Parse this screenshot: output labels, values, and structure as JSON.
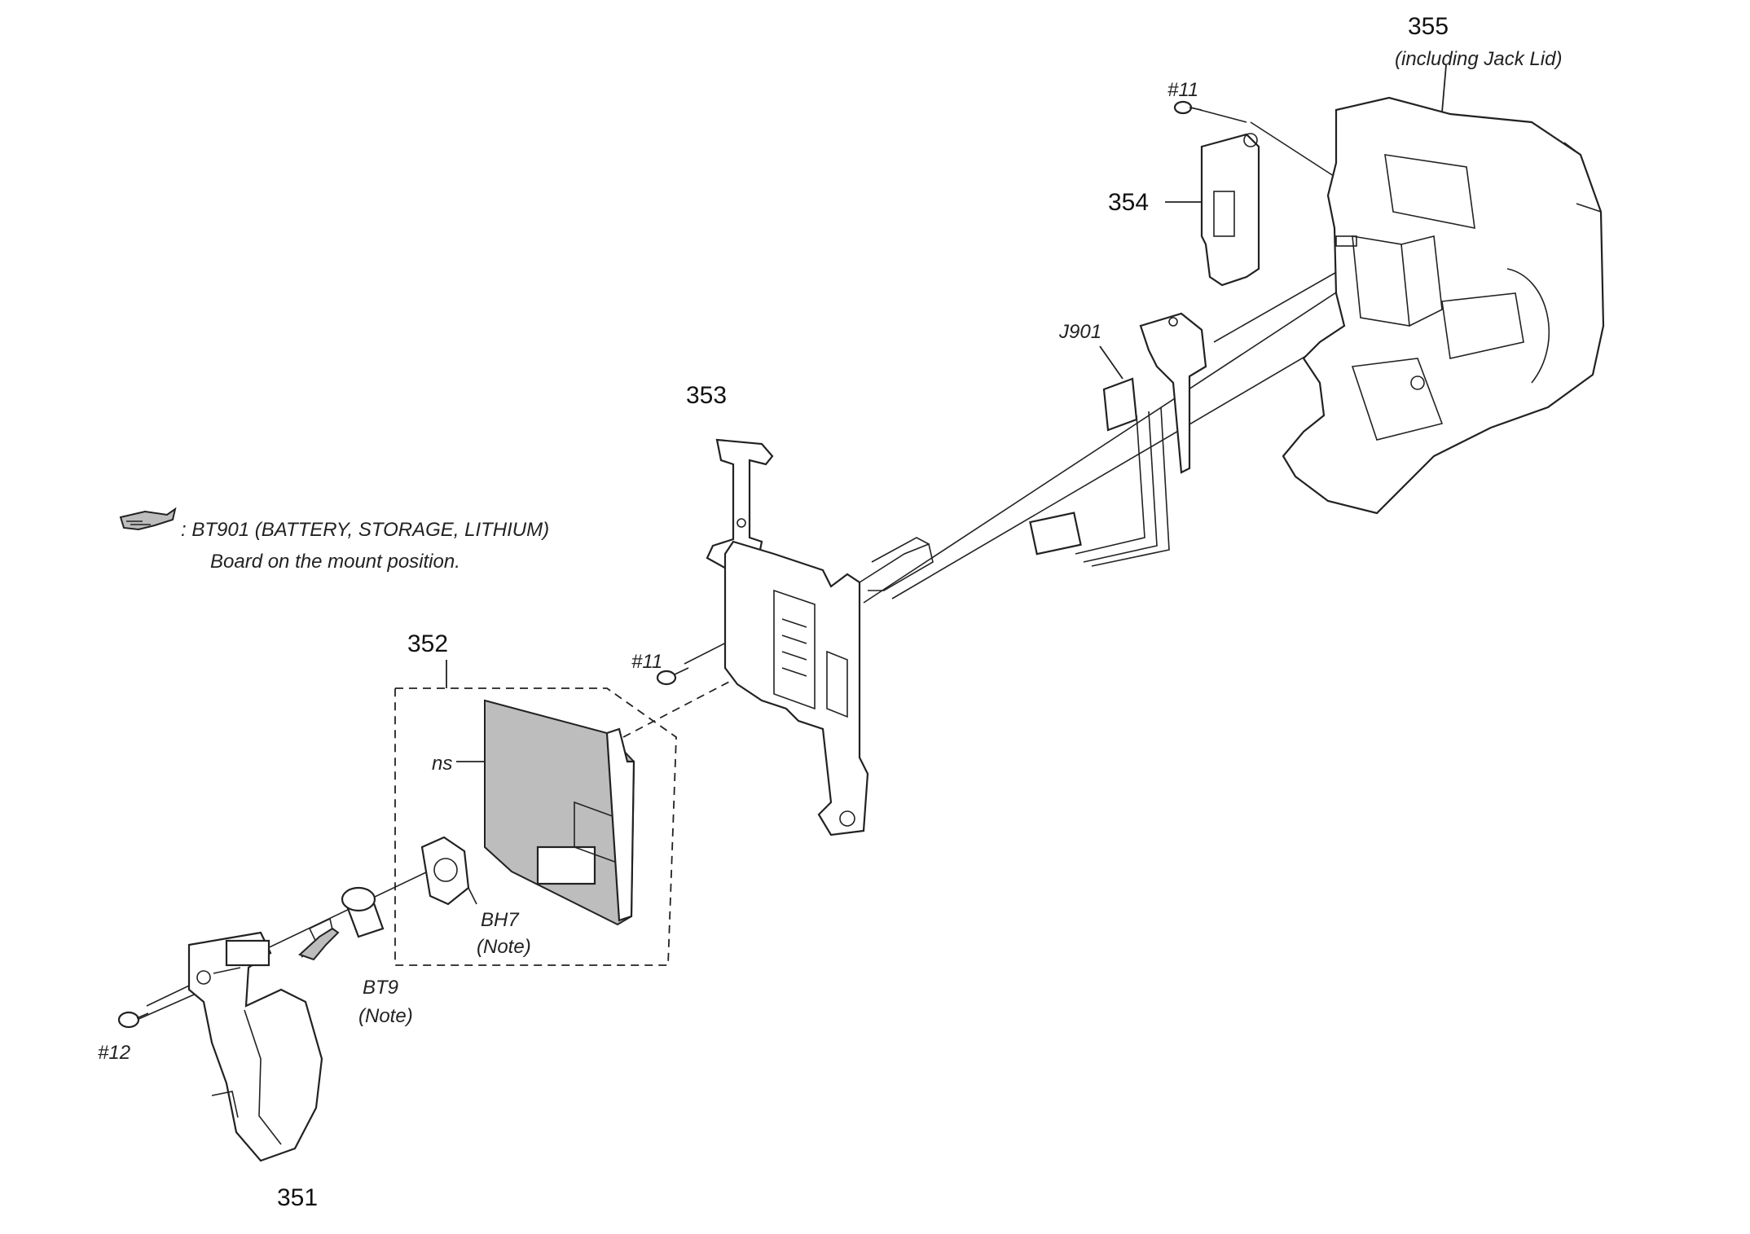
{
  "labels": {
    "p351": "351",
    "p352": "352",
    "p353": "353",
    "p354": "354",
    "p355": "355",
    "p355_note": "(including Jack Lid)",
    "j901": "J901",
    "ns": "ns",
    "bh7": "BH7",
    "bh7_note": "(Note)",
    "bt9": "BT9",
    "bt9_note": "(Note)",
    "screw11_a": "#11",
    "screw11_b": "#11",
    "screw12": "#12"
  },
  "legend": {
    "line1": ": BT901 (BATTERY, STORAGE, LITHIUM)",
    "line2": "Board on the mount position."
  }
}
